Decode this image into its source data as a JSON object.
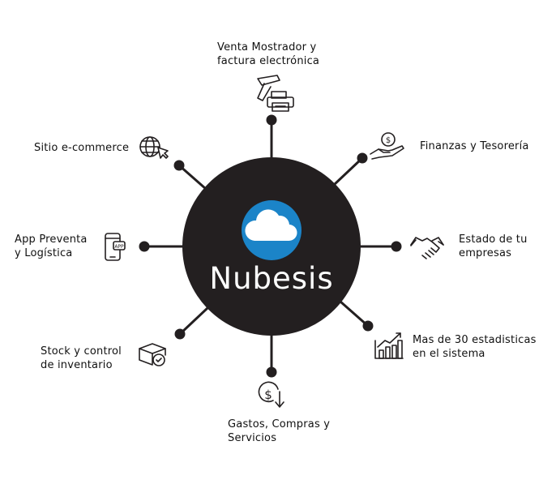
{
  "brand": {
    "name": "Nubesis",
    "circle_color": "#231f20",
    "logo_color": "#1b84c8"
  },
  "modules": [
    {
      "id": "venta",
      "label": "Venta Mostrador y\nfactura electrónica",
      "icon": "barcode-scanner-printer-icon"
    },
    {
      "id": "finanzas",
      "label": "Finanzas y Tesorería",
      "icon": "hand-coin-icon"
    },
    {
      "id": "estado",
      "label": "Estado de tu\nempresas",
      "icon": "handshake-icon"
    },
    {
      "id": "estadisticas",
      "label": "Mas de 30 estadisticas\nen el sistema",
      "icon": "bar-chart-growth-icon"
    },
    {
      "id": "gastos",
      "label": "Gastos, Compras y\nServicios",
      "icon": "dollar-down-arrow-icon"
    },
    {
      "id": "stock",
      "label": "Stock y control\nde inventario",
      "icon": "box-check-icon"
    },
    {
      "id": "app",
      "label": "App Preventa\ny Logística",
      "icon": "mobile-app-icon"
    },
    {
      "id": "ecommerce",
      "label": "Sitio e-commerce",
      "icon": "globe-cursor-icon"
    }
  ]
}
